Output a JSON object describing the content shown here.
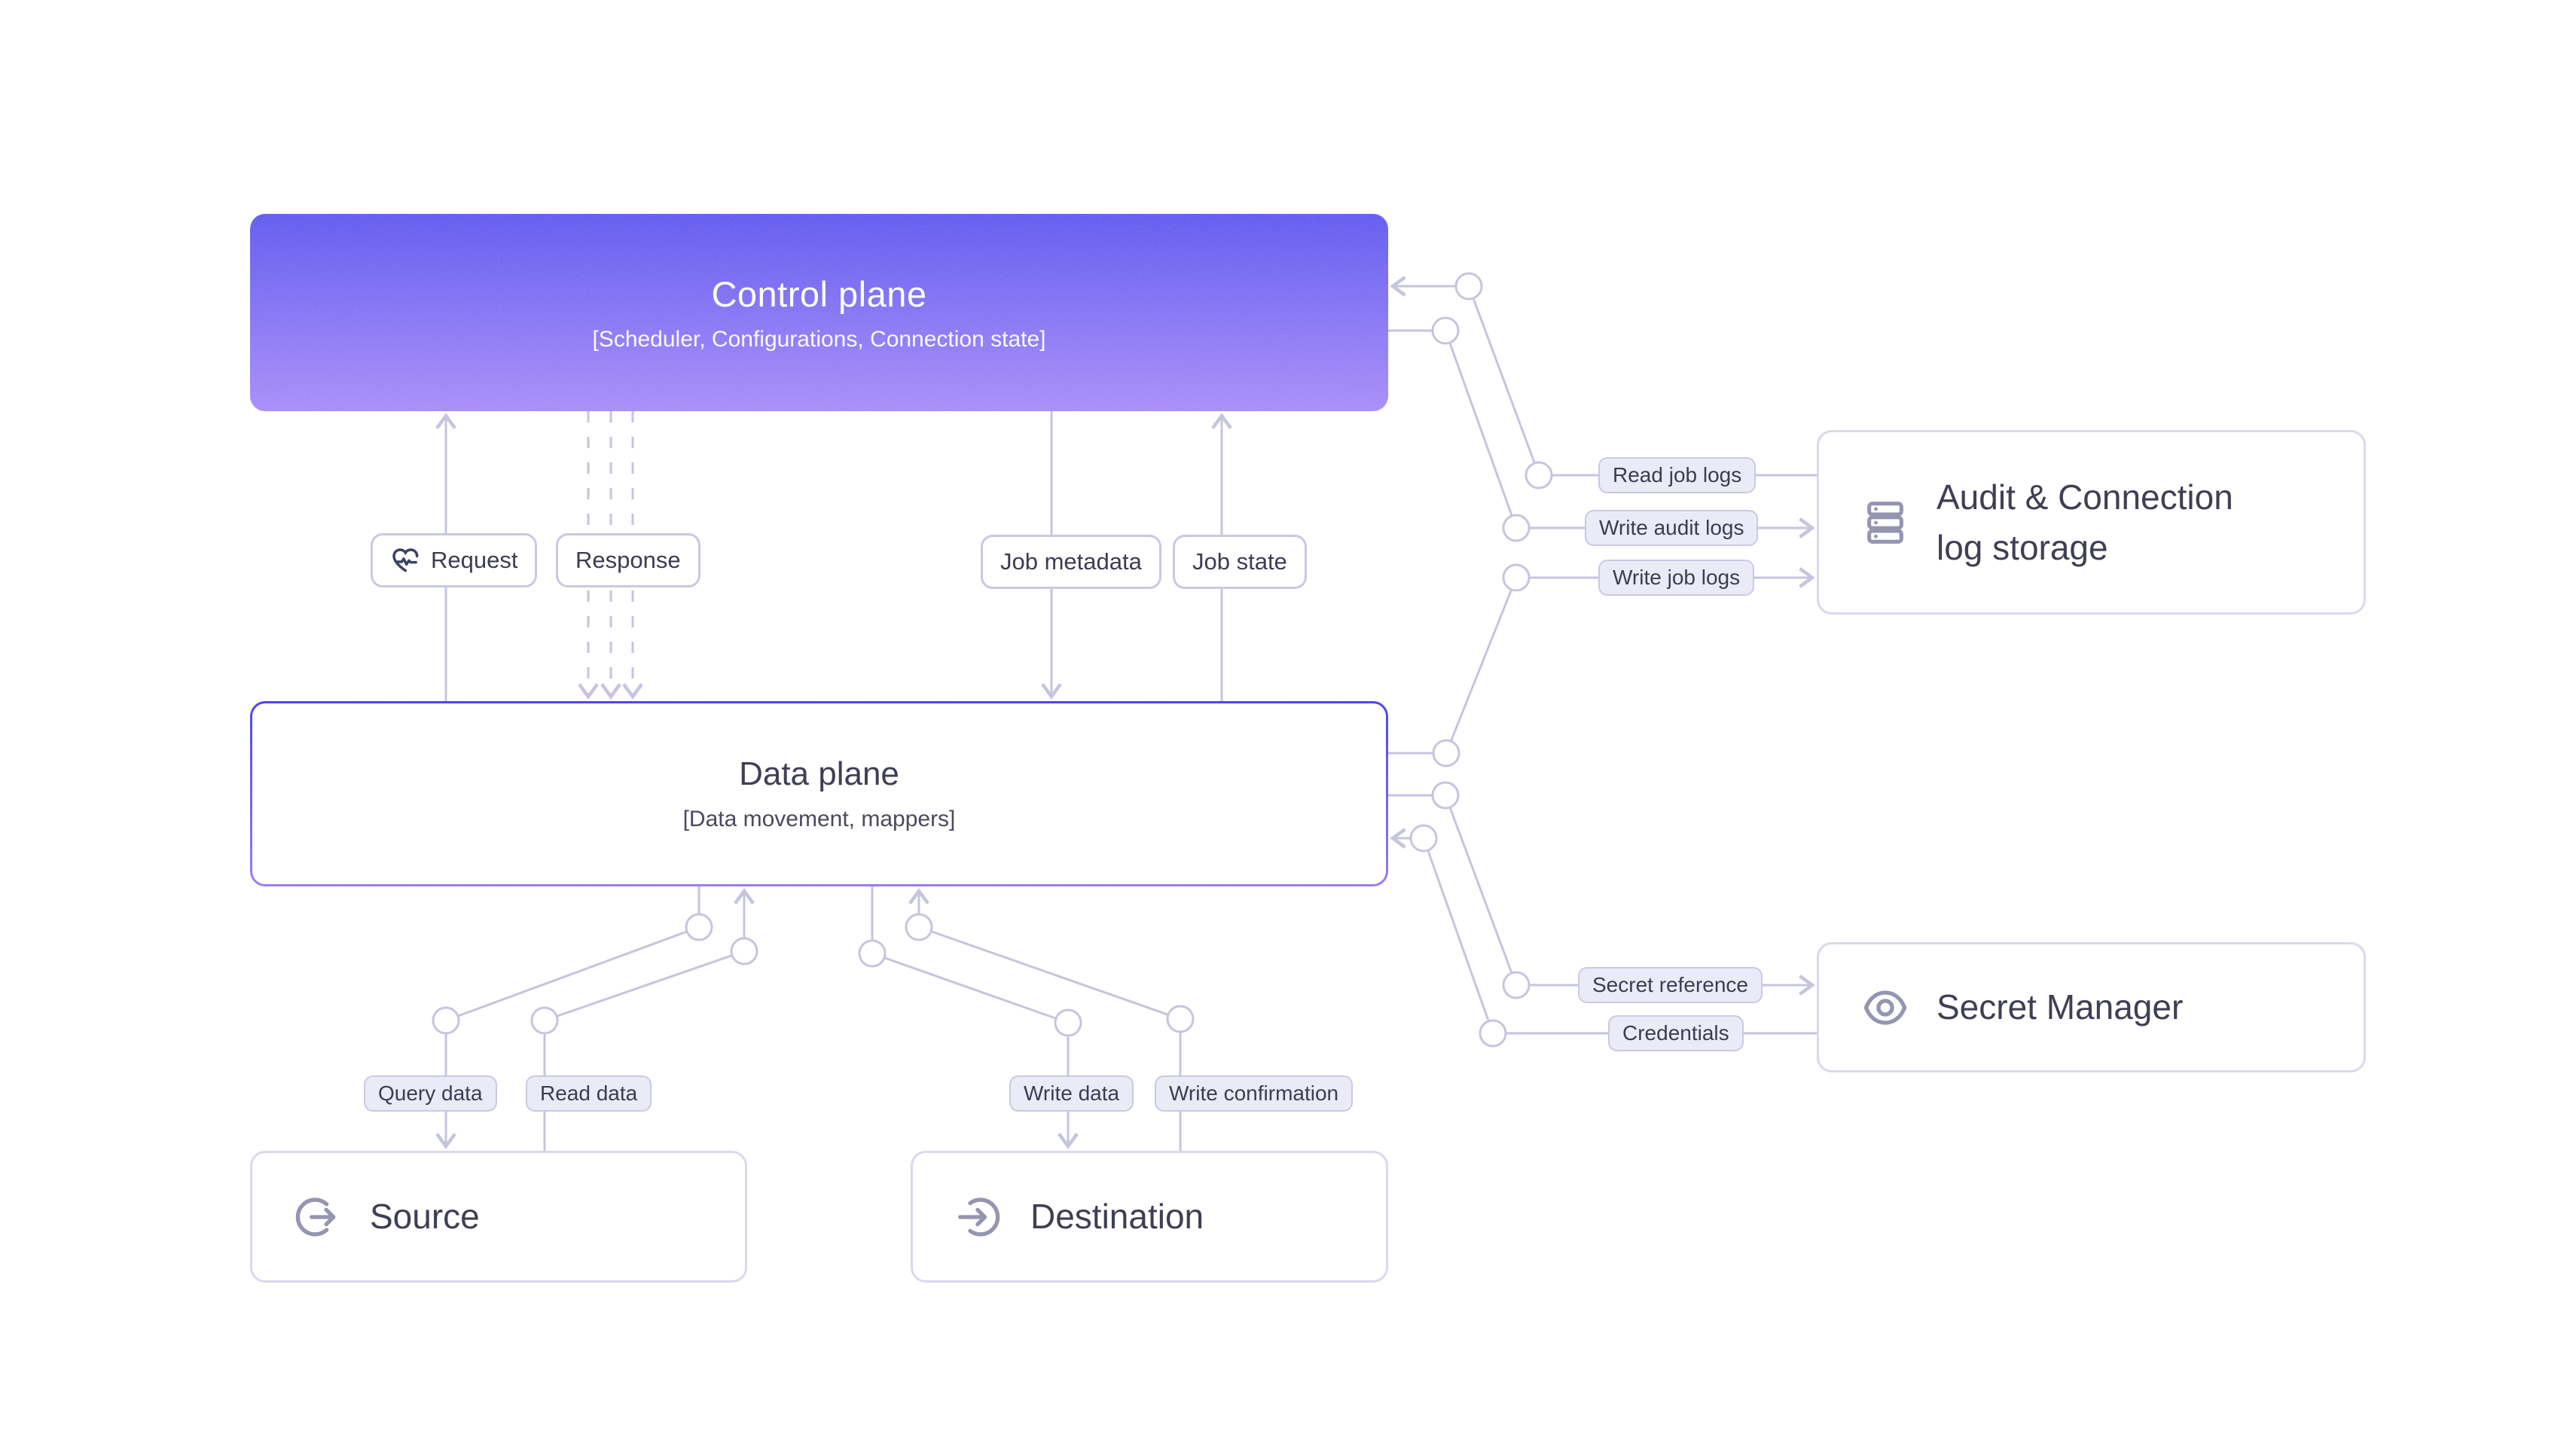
{
  "diagram": {
    "nodes": {
      "control_plane": {
        "title": "Control plane",
        "subtitle": "[Scheduler, Configurations, Connection state]"
      },
      "data_plane": {
        "title": "Data plane",
        "subtitle": "[Data movement, mappers]"
      },
      "source": {
        "title": "Source"
      },
      "destination": {
        "title": "Destination"
      },
      "audit_log_storage": {
        "title_line1": "Audit & Connection",
        "title_line2": "log storage"
      },
      "secret_manager": {
        "title": "Secret Manager"
      }
    },
    "edge_labels": {
      "request": "Request",
      "response": "Response",
      "job_metadata": "Job metadata",
      "job_state": "Job state",
      "read_job_logs": "Read job logs",
      "write_audit_logs": "Write audit logs",
      "write_job_logs": "Write job logs",
      "secret_reference": "Secret reference",
      "credentials": "Credentials",
      "query_data": "Query data",
      "read_data": "Read data",
      "write_data": "Write data",
      "write_confirmation": "Write confirmation"
    },
    "icons": {
      "request": "heartbeat-icon",
      "source": "logout-arrow-icon",
      "destination": "login-arrow-icon",
      "audit_log_storage": "database-stack-icon",
      "secret_manager": "eye-icon"
    }
  },
  "colors": {
    "line_color": "#c5c5de",
    "pill_bg": "#ebebf8",
    "pill_border": "#c9c9e2",
    "box_border": "#d9d9ec",
    "text_dark": "#3f3f54",
    "icon_gray": "#9595b2",
    "control_top": "#5f58f0",
    "control_bottom": "#a78bf8",
    "data_border_top": "#4f46e5",
    "data_border_bottom": "#9d7bf5"
  }
}
